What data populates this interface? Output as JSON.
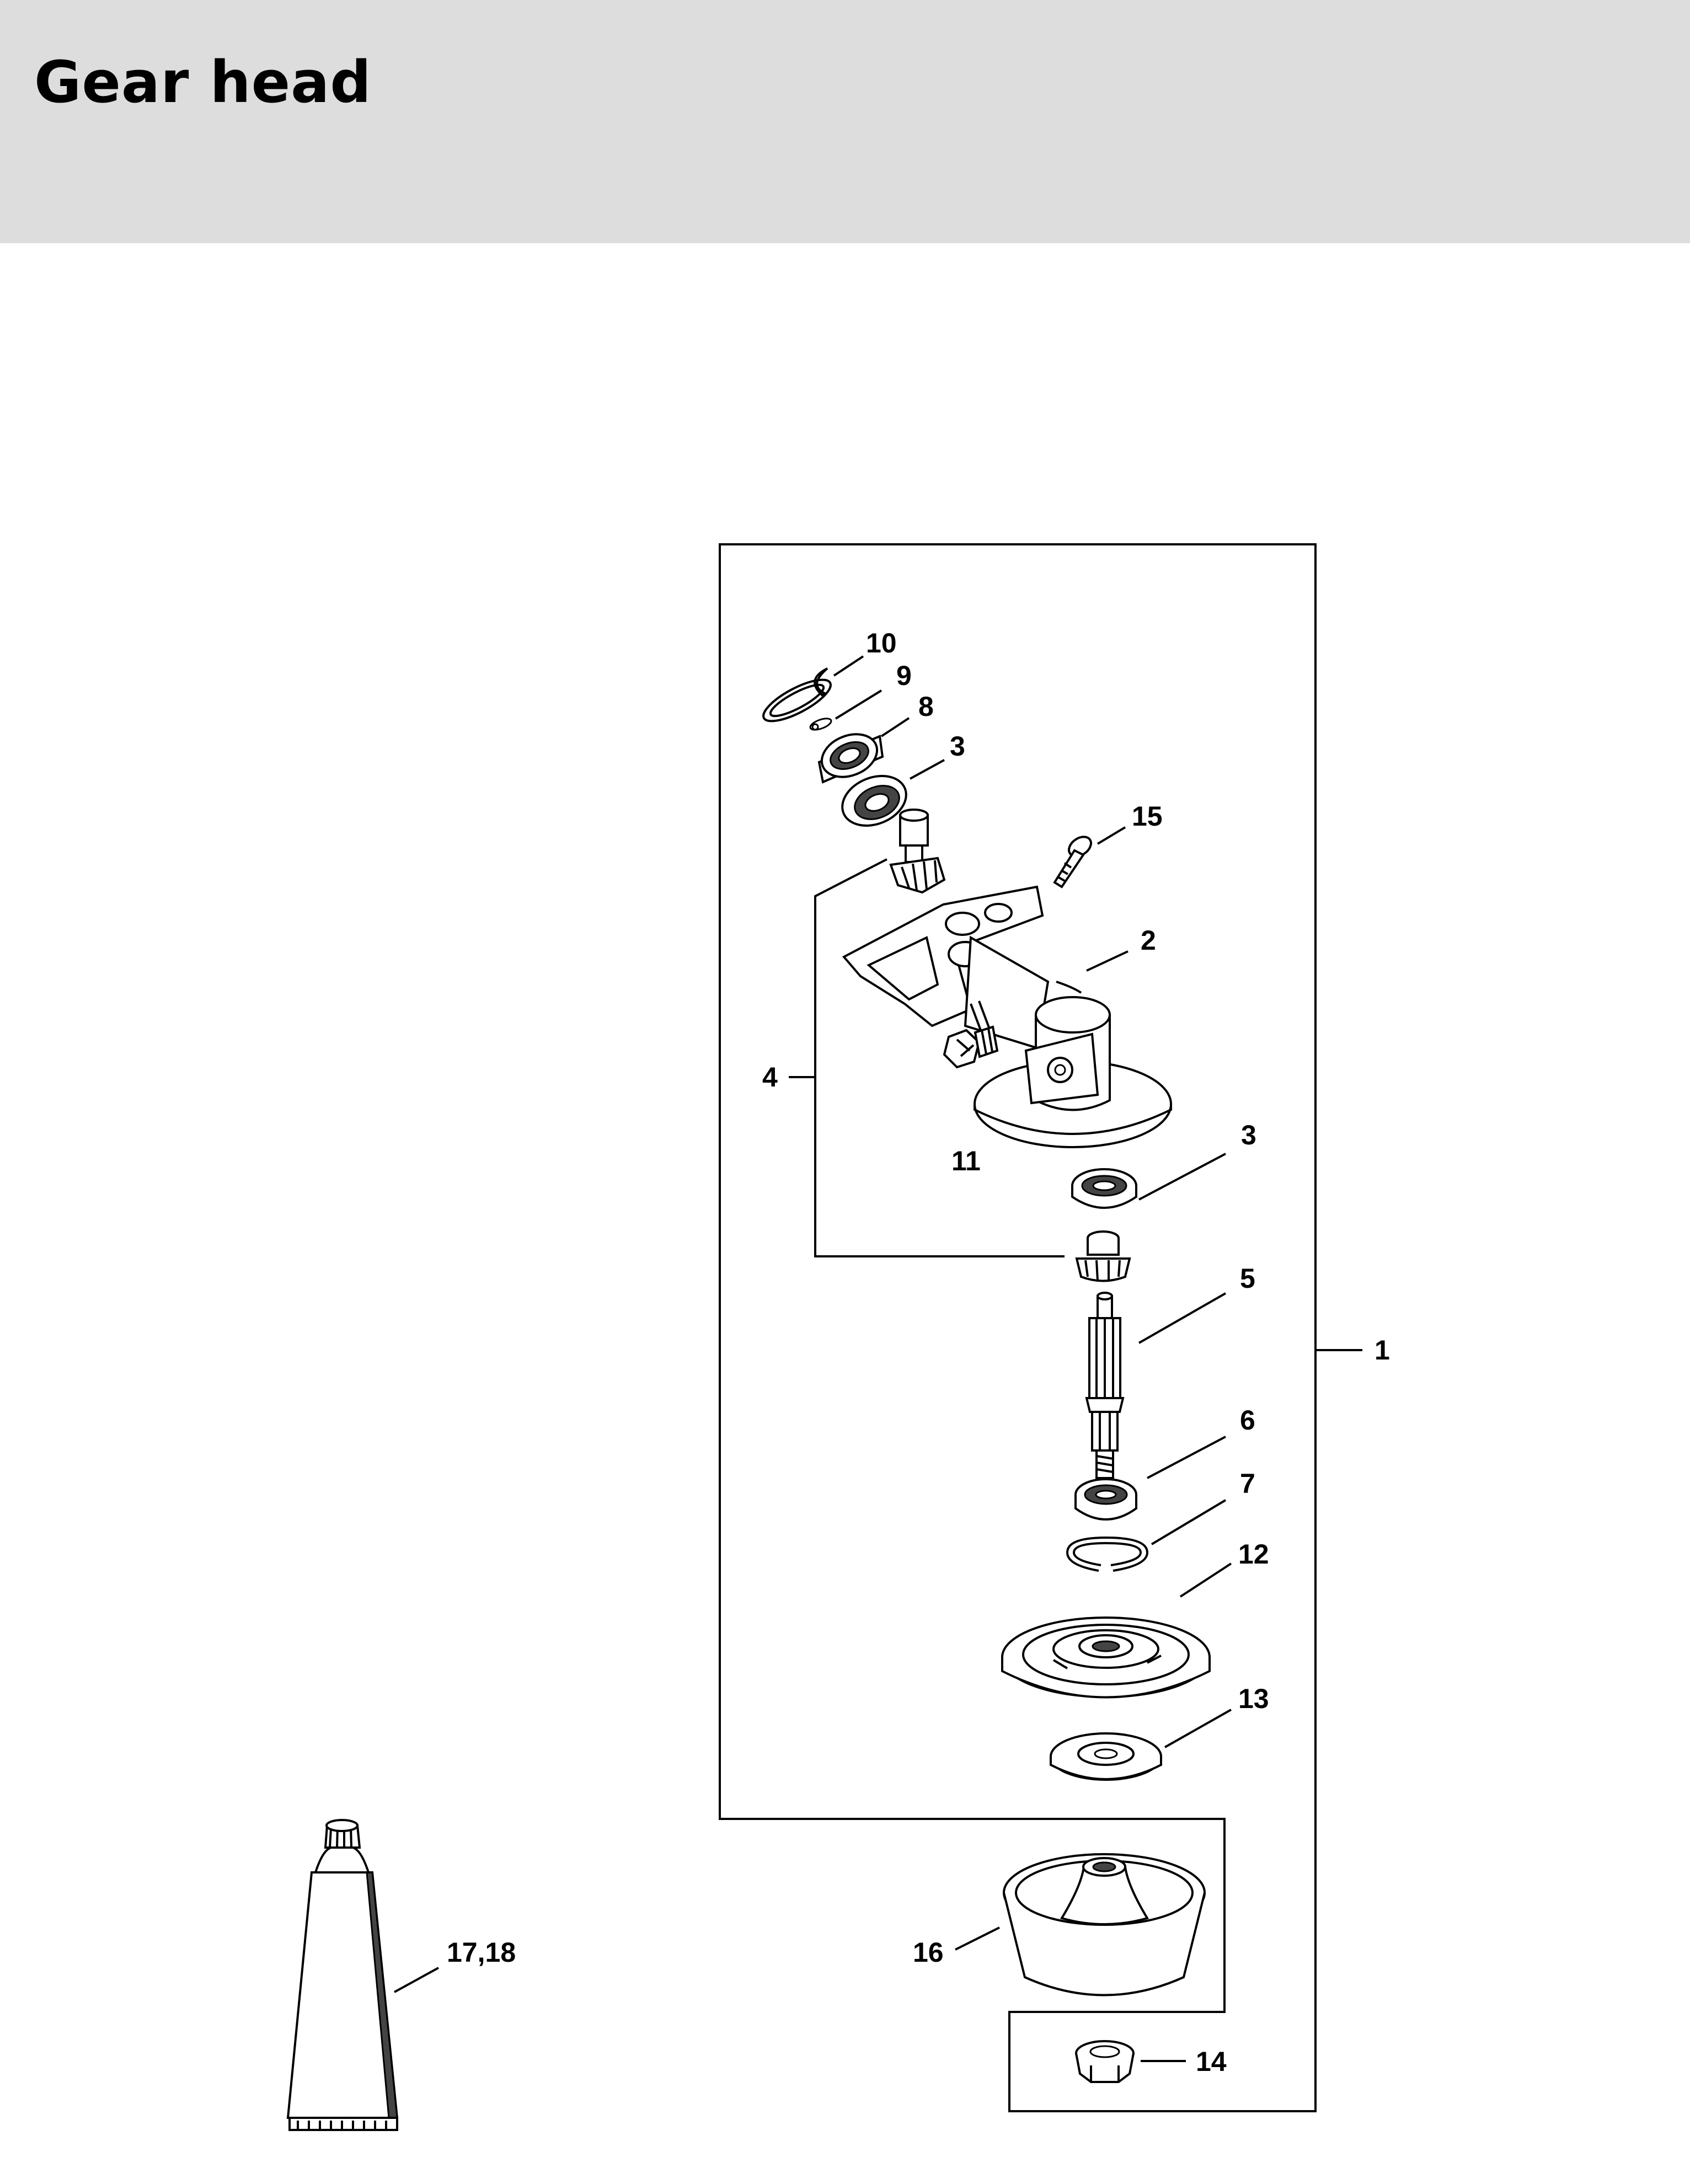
{
  "header": {
    "title": "Gear head"
  },
  "callouts": {
    "c1": "1",
    "c2": "2",
    "c3a": "3",
    "c3b": "3",
    "c4": "4",
    "c5": "5",
    "c6": "6",
    "c7": "7",
    "c8": "8",
    "c9": "9",
    "c10": "10",
    "c11": "11",
    "c12": "12",
    "c13": "13",
    "c14": "14",
    "c15": "15",
    "c16": "16",
    "c17": "17,18"
  },
  "colors": {
    "header_bg": "#dcdddc",
    "line": "#000000",
    "page_bg": "#ffffff"
  }
}
